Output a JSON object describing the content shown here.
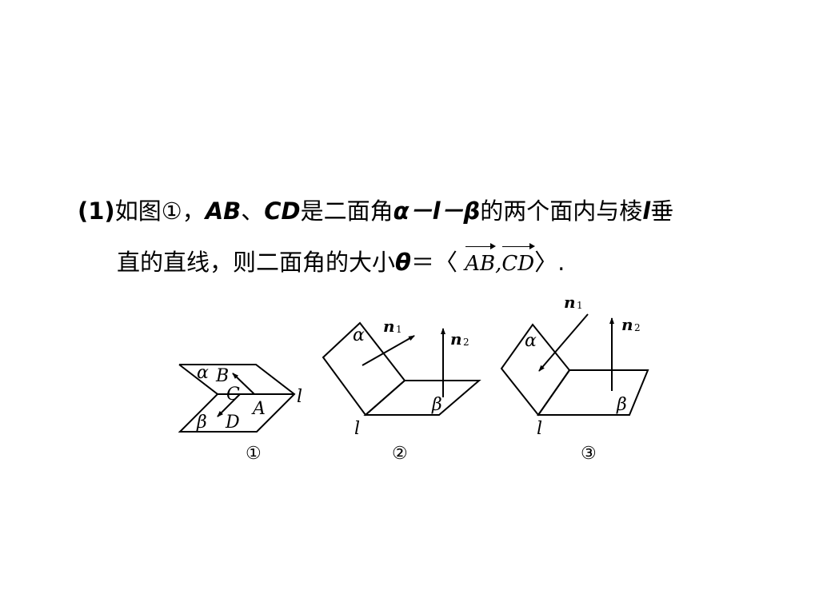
{
  "text": {
    "line1": {
      "t1": "(1)",
      "t2": "如图①，",
      "t3": "AB",
      "t4": "、",
      "t5": "CD",
      "t6": "是二面角",
      "t7": "α－l－β",
      "t8": "的两个面内与棱",
      "t9": "l",
      "t10": "垂"
    },
    "line2": {
      "t1": "直的直线，则二面角的大小",
      "t2": "θ",
      "t3": "＝〈",
      "v1": "AB",
      "comma": ",",
      "v2": "CD",
      "t4": "〉."
    }
  },
  "figures": {
    "fig1": {
      "alpha": "α",
      "beta": "β",
      "A": "A",
      "B": "B",
      "C": "C",
      "D": "D",
      "l": "l",
      "caption": "①"
    },
    "fig2": {
      "alpha": "α",
      "beta": "β",
      "n": "n",
      "sub1": "1",
      "sub2": "2",
      "l": "l",
      "caption": "②"
    },
    "fig3": {
      "alpha": "α",
      "beta": "β",
      "n": "n",
      "sub1": "1",
      "sub2": "2",
      "l": "l",
      "caption": "③"
    }
  }
}
